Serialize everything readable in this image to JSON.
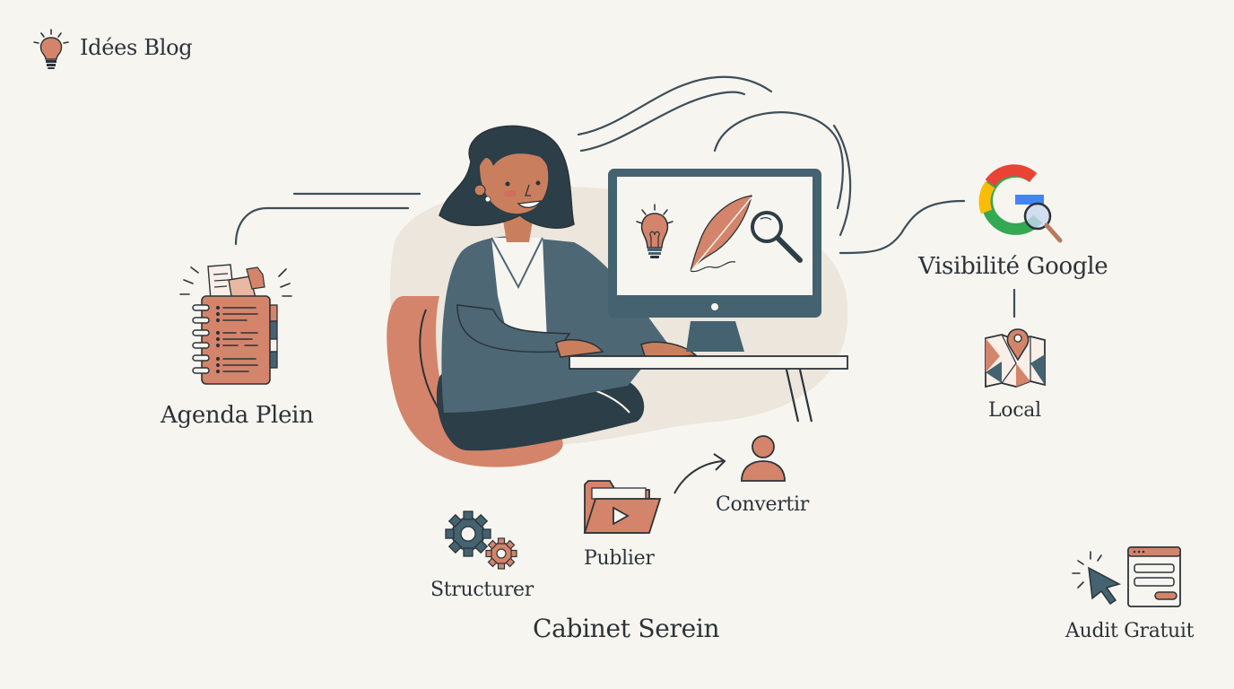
{
  "header": {
    "logo_icon": "lightbulb-icon",
    "title": "Idées Blog"
  },
  "nodes": {
    "agenda": {
      "label": "Agenda Plein",
      "icon": "notebook-icon"
    },
    "google": {
      "label": "Visibilité Google",
      "icon": "google-search-icon"
    },
    "local": {
      "label": "Local",
      "icon": "map-pin-icon"
    },
    "structurer": {
      "label": "Structurer",
      "icon": "gears-icon"
    },
    "publier": {
      "label": "Publier",
      "icon": "video-folder-icon"
    },
    "convertir": {
      "label": "Convertir",
      "icon": "user-icon"
    },
    "cabinet": {
      "label": "Cabinet Serein"
    },
    "audit": {
      "label": "Audit Gratuit",
      "icon": "cursor-form-icon"
    }
  },
  "center": {
    "illustration": "woman-at-computer",
    "screen_icons": [
      "lightbulb-icon",
      "feather-icon",
      "magnifier-icon"
    ]
  },
  "colors": {
    "background": "#f7f5f0",
    "terracotta": "#d4846a",
    "slate": "#456270",
    "dark": "#2c3e48",
    "ink": "#2c3338",
    "google_red": "#ea4335",
    "google_yellow": "#fbbc05",
    "google_green": "#34a853",
    "google_blue": "#4285f4"
  }
}
